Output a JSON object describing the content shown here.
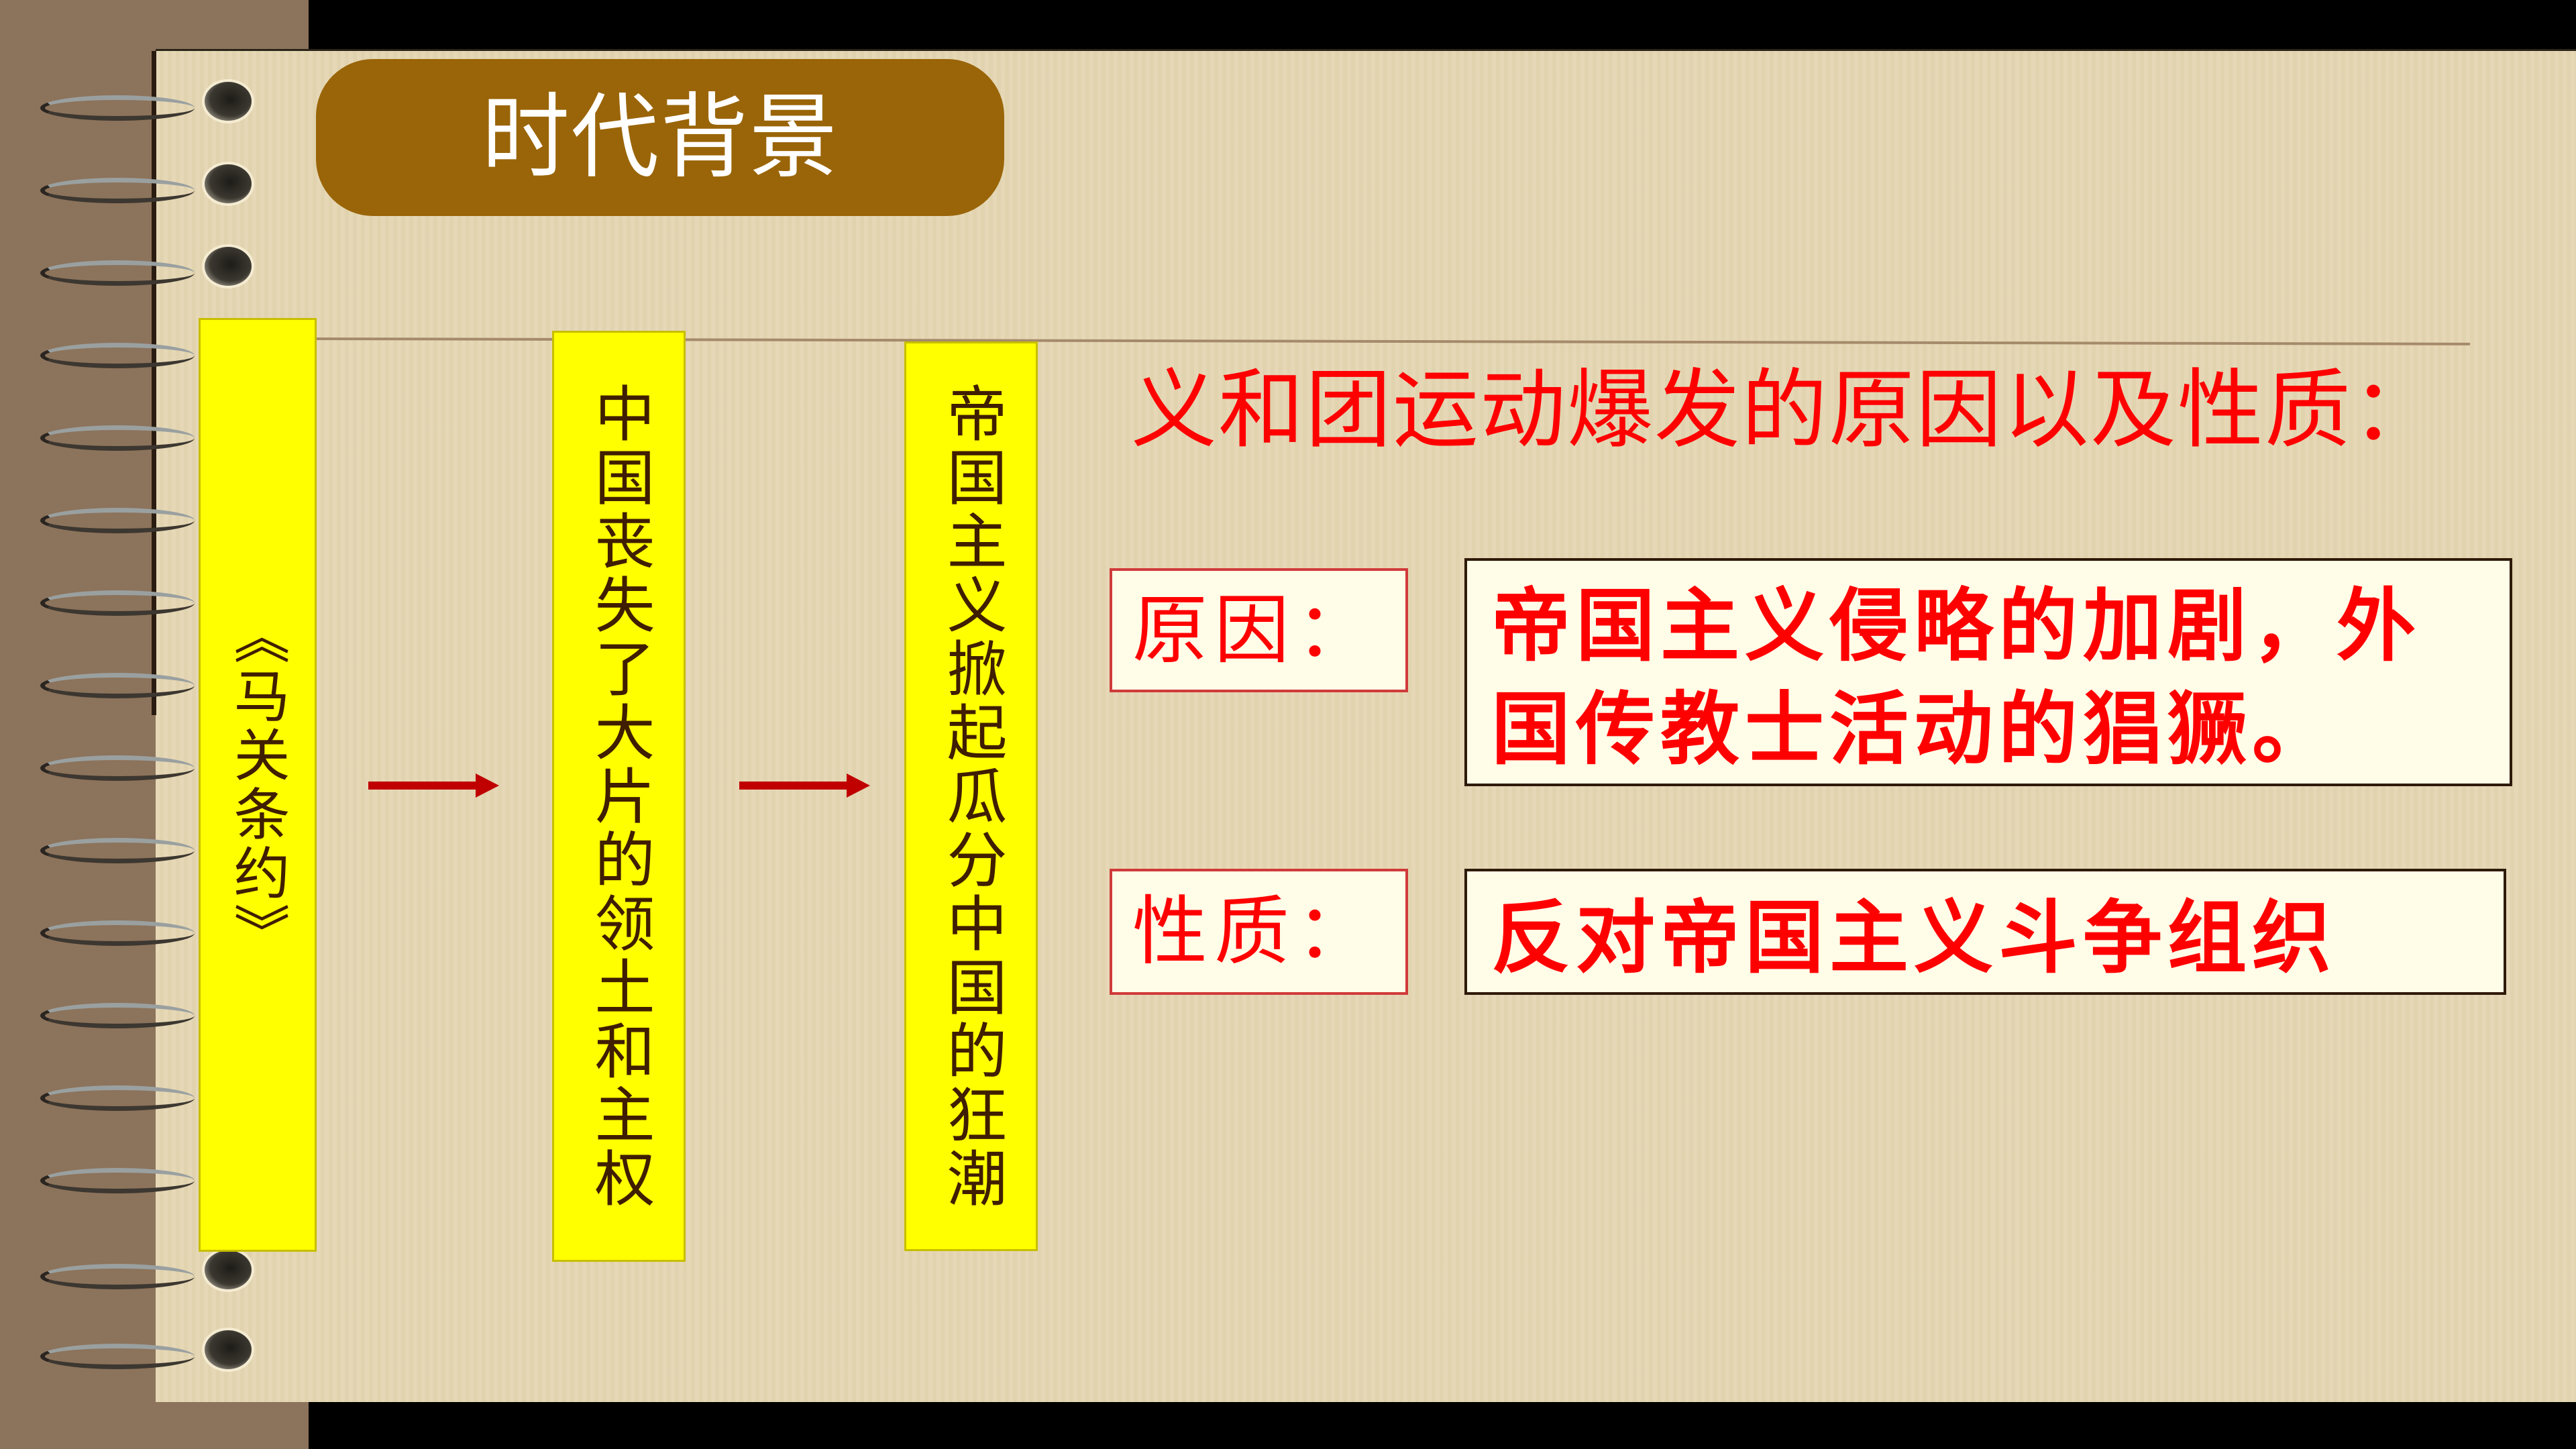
{
  "slide": {
    "title": "时代背景",
    "colors": {
      "title_pill": "#9A6508",
      "paper": "#E5D6B2",
      "yellow_box": "#FFFF00",
      "vertical_text": "#3F1E00",
      "arrow": "#C00000",
      "red_text": "#FF0000",
      "label_border": "#D03A3A",
      "answer_border": "#2E1A08"
    },
    "timeline": [
      {
        "text": "《马关条约》"
      },
      {
        "text": "中国丧失了大片的领土和主权"
      },
      {
        "text": "帝国主义掀起瓜分中国的狂潮"
      }
    ],
    "arrows": [
      "arrow-right-icon",
      "arrow-right-icon"
    ],
    "heading": "义和团运动爆发的原因以及性质：",
    "rows": [
      {
        "label": "原因：",
        "answer_lines": [
          "帝国主义侵略的加剧，外",
          "国传教士活动的猖獗。"
        ]
      },
      {
        "label": "性质：",
        "answer_lines": [
          "反对帝国主义斗争组织"
        ]
      }
    ]
  }
}
